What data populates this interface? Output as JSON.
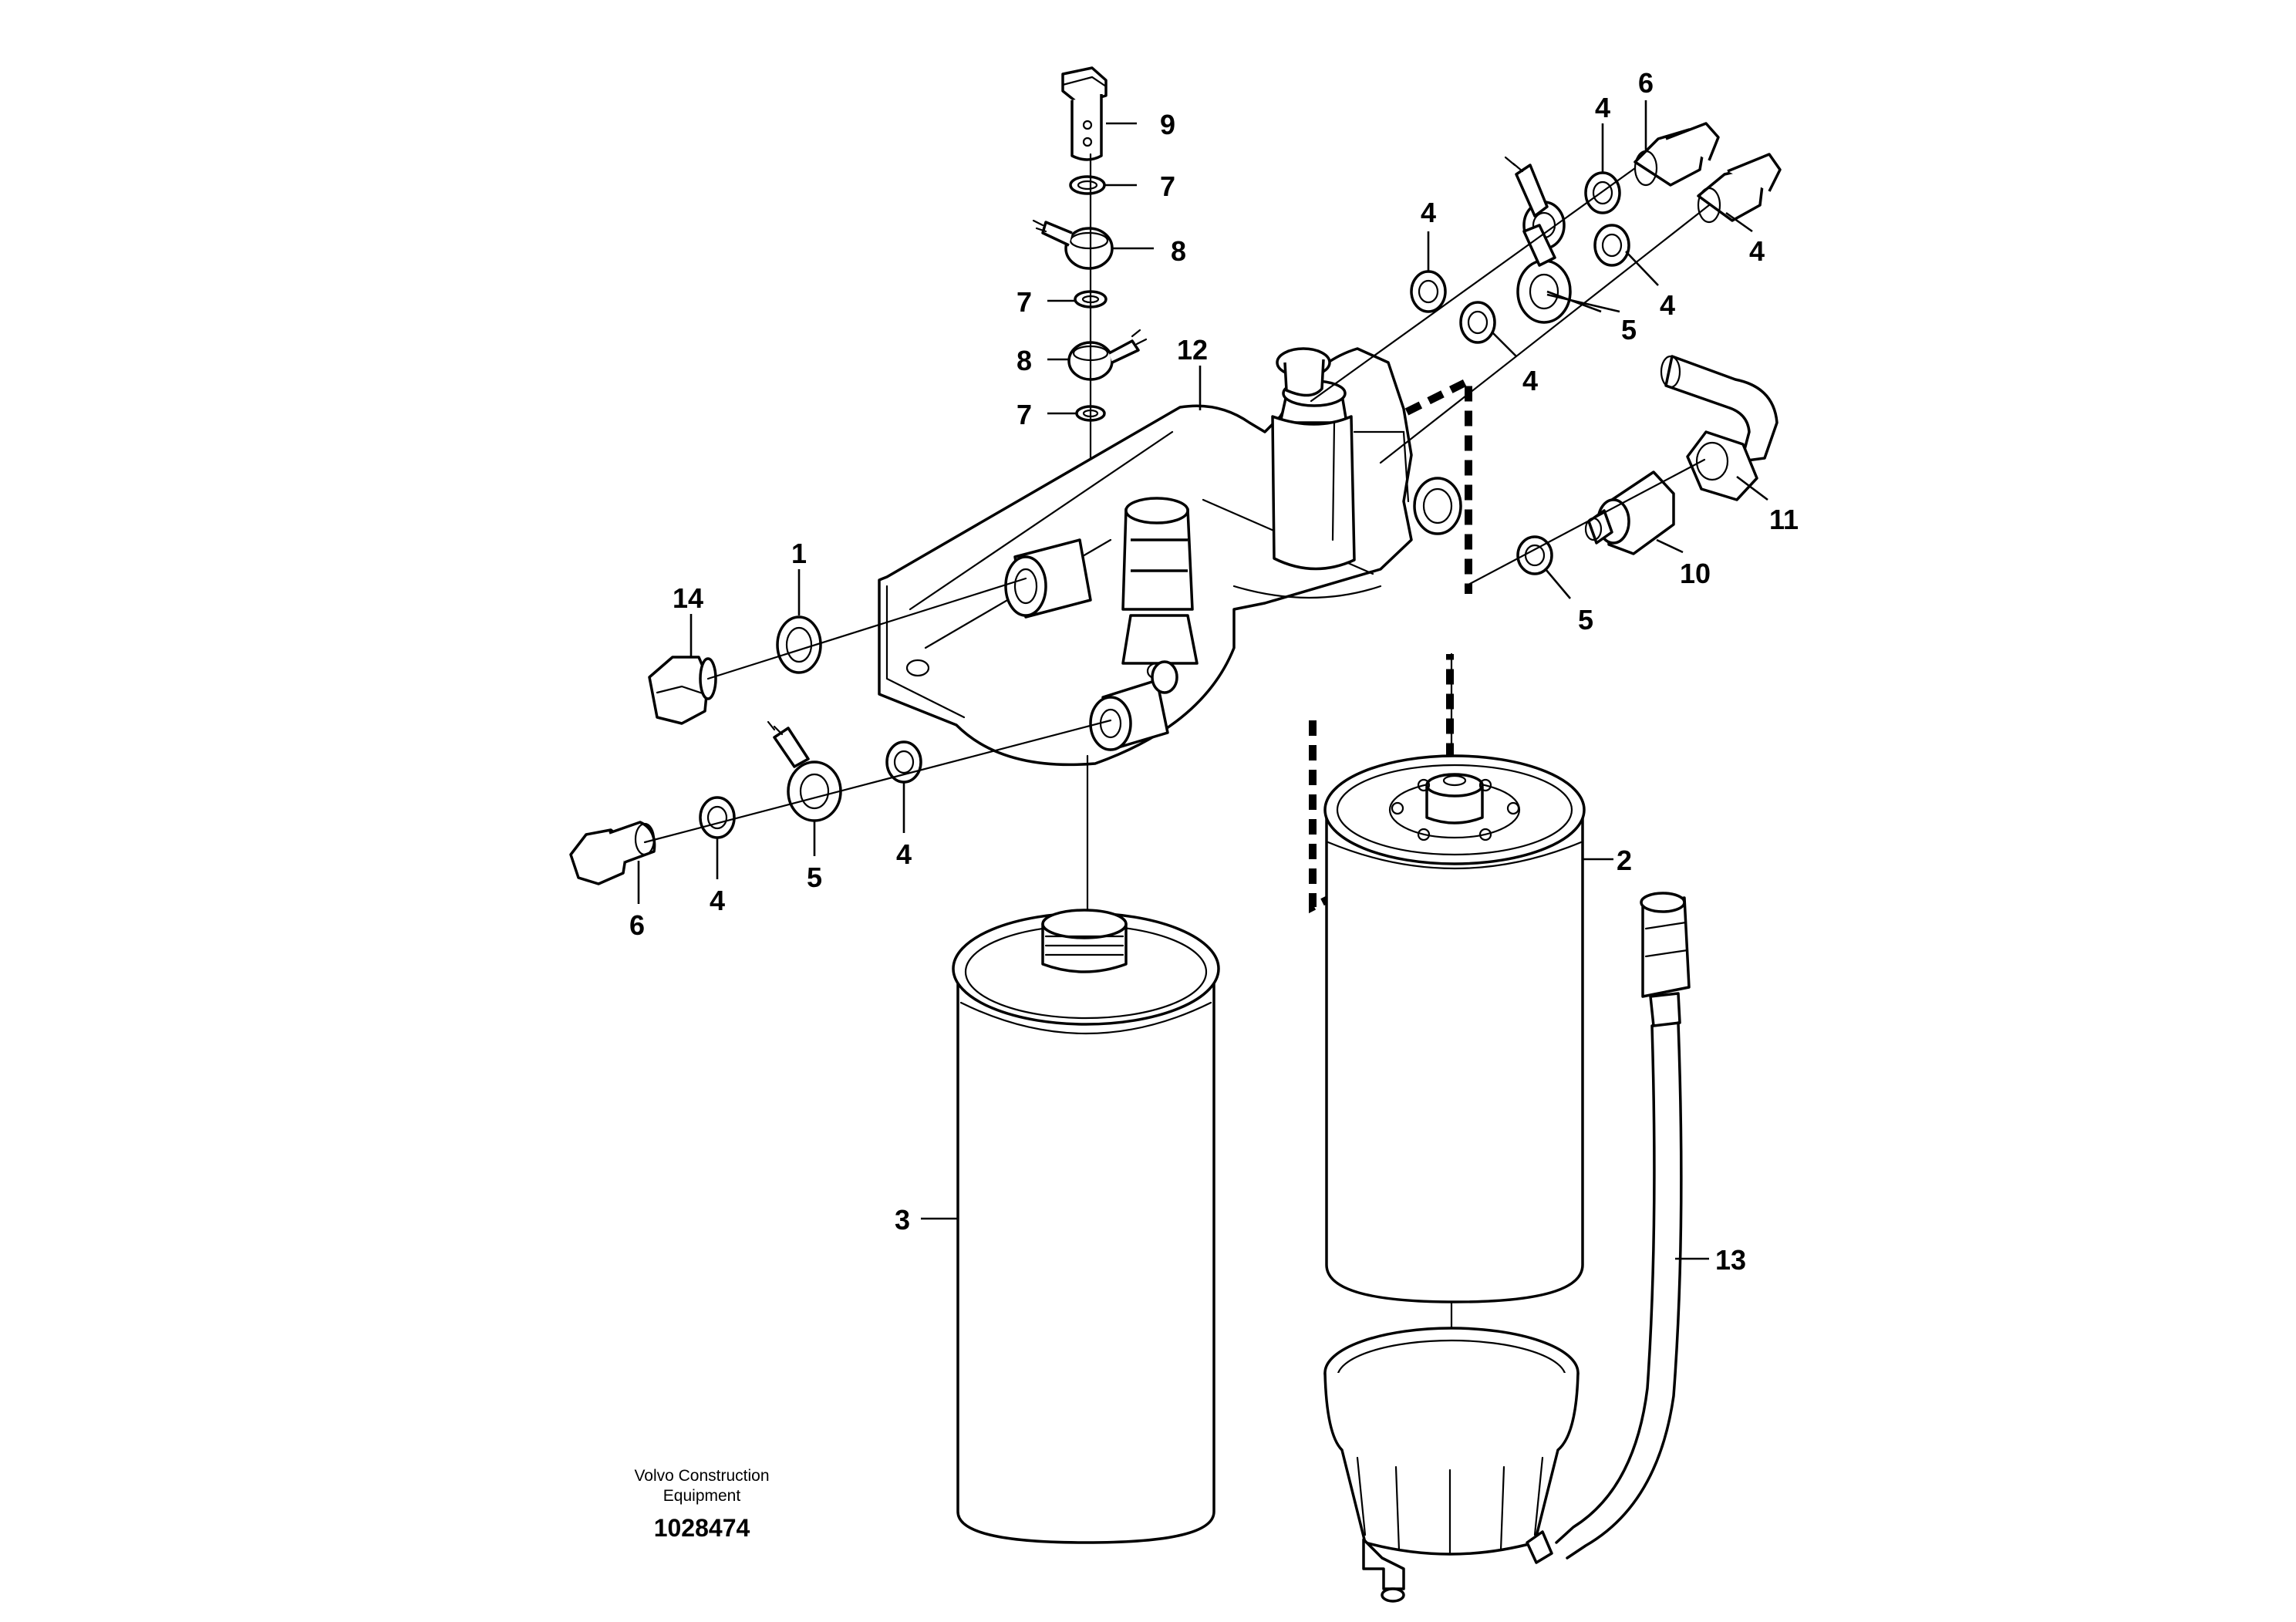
{
  "callouts": {
    "c1": "1",
    "c2": "2",
    "c3": "3",
    "c4": "4",
    "c5": "5",
    "c6": "6",
    "c7": "7",
    "c8": "8",
    "c9": "9",
    "c10": "10",
    "c11": "11",
    "c12": "12",
    "c13": "13",
    "c14": "14"
  },
  "caption": {
    "line1": "Volvo Construction",
    "line2": "Equipment",
    "number": "1028474"
  }
}
